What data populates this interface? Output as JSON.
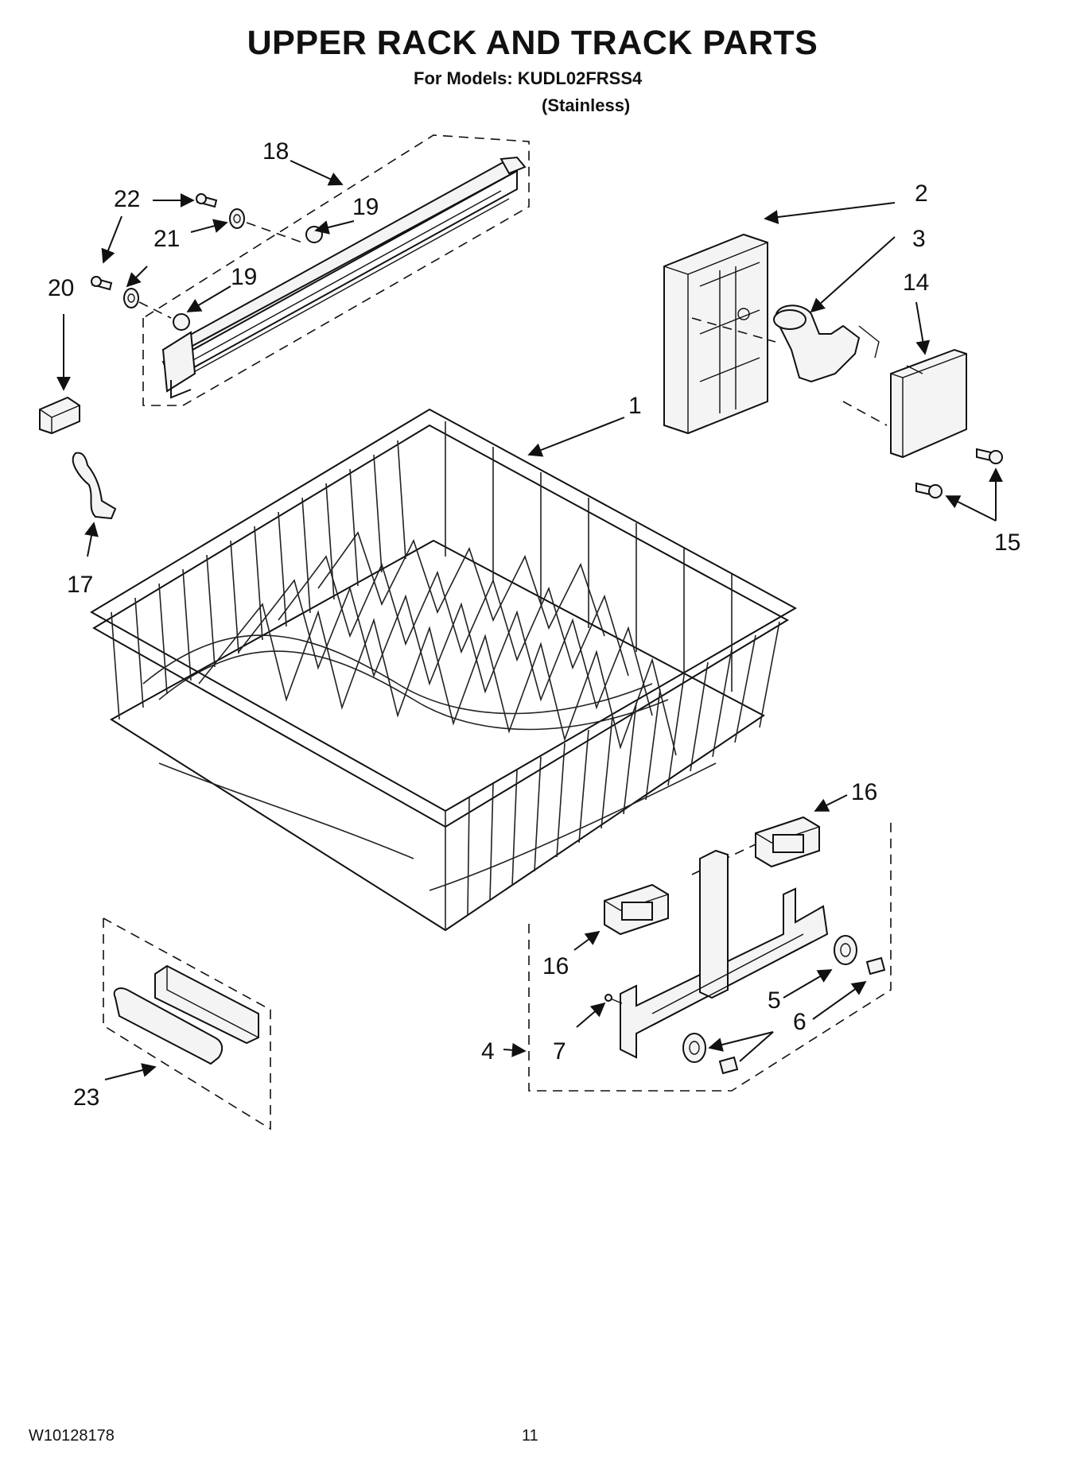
{
  "title": "UPPER RACK AND TRACK PARTS",
  "subtitle": "For Models: KUDL02FRSS4",
  "model_variant": "(Stainless)",
  "footer": {
    "doc_code": "W10128178",
    "page_number": "11"
  },
  "callouts": {
    "c1": "1",
    "c2": "2",
    "c3": "3",
    "c4": "4",
    "c5": "5",
    "c6": "6",
    "c7": "7",
    "c14": "14",
    "c15": "15",
    "c16a": "16",
    "c16b": "16",
    "c17": "17",
    "c18": "18",
    "c19a": "19",
    "c19b": "19",
    "c20": "20",
    "c21": "21",
    "c22": "22",
    "c23": "23"
  }
}
